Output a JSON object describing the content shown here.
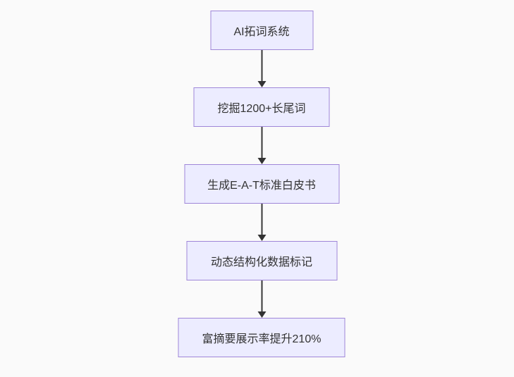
{
  "flowchart": {
    "type": "flowchart",
    "direction": "top-down",
    "nodes": [
      {
        "id": "n1",
        "label": "AI拓词系统"
      },
      {
        "id": "n2",
        "label": "挖掘1200+长尾词"
      },
      {
        "id": "n3",
        "label": "生成E-A-T标准白皮书"
      },
      {
        "id": "n4",
        "label": "动态结构化数据标记"
      },
      {
        "id": "n5",
        "label": "富摘要展示率提升210%"
      }
    ],
    "edges": [
      {
        "from": "n1",
        "to": "n2"
      },
      {
        "from": "n2",
        "to": "n3"
      },
      {
        "from": "n3",
        "to": "n4"
      },
      {
        "from": "n4",
        "to": "n5"
      }
    ],
    "colors": {
      "background": "#fafafa",
      "node_fill": "#ececff",
      "node_border": "#9370db",
      "arrow": "#333333",
      "text": "#333333"
    }
  }
}
